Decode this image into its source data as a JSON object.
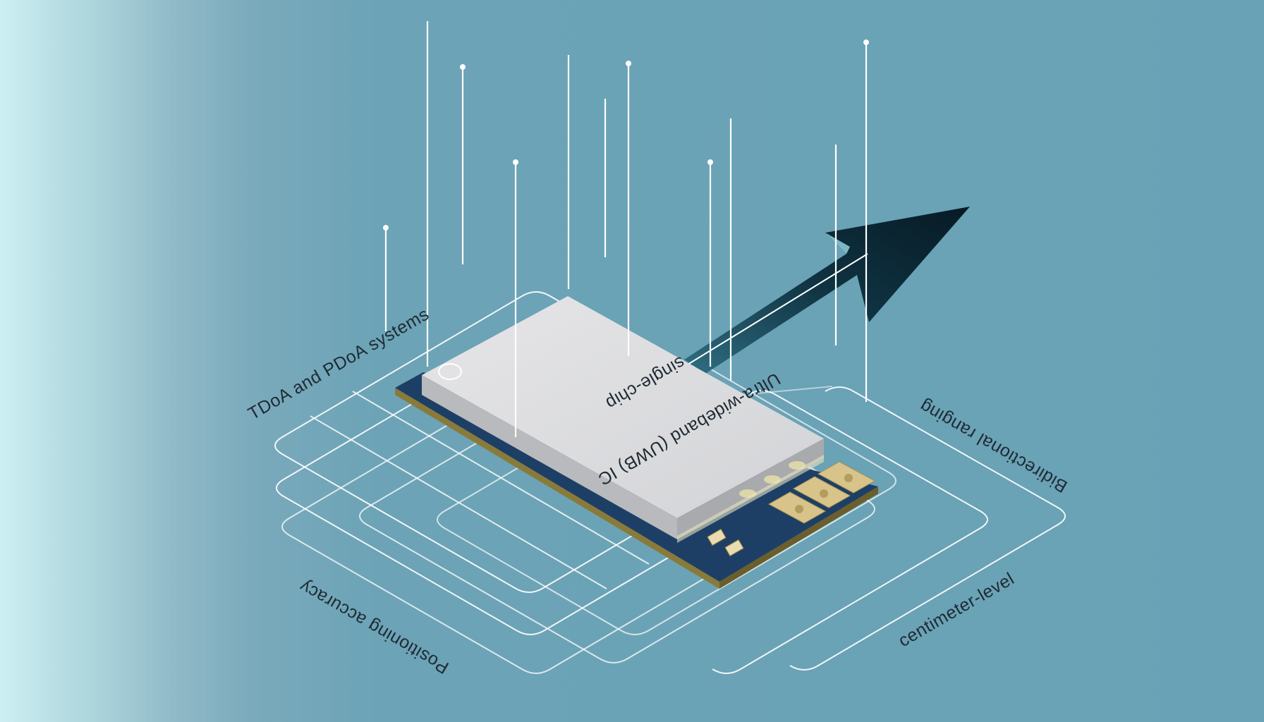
{
  "scene": {
    "description": "Isometric illustration of a UWB module on a PCB with feature labels",
    "background_color": "#69a2b6",
    "gradient_left_color": "#cdeff2",
    "line_color": "#ffffff",
    "pcb_color": "#1d3f66",
    "shield_color": "#dcdcde",
    "arrow_color": "#0f2d3a",
    "pad_color": "#d8c48a"
  },
  "labels": {
    "tdoa": "TDoA and PDoA systems",
    "uwb_line1": "Ultra-wideband (UWB) IC",
    "uwb_line2": "single-chip",
    "bidirectional": "Bidirectional ranging",
    "centimeter": "centimeter-level",
    "positioning": "Positioning accuracy"
  }
}
